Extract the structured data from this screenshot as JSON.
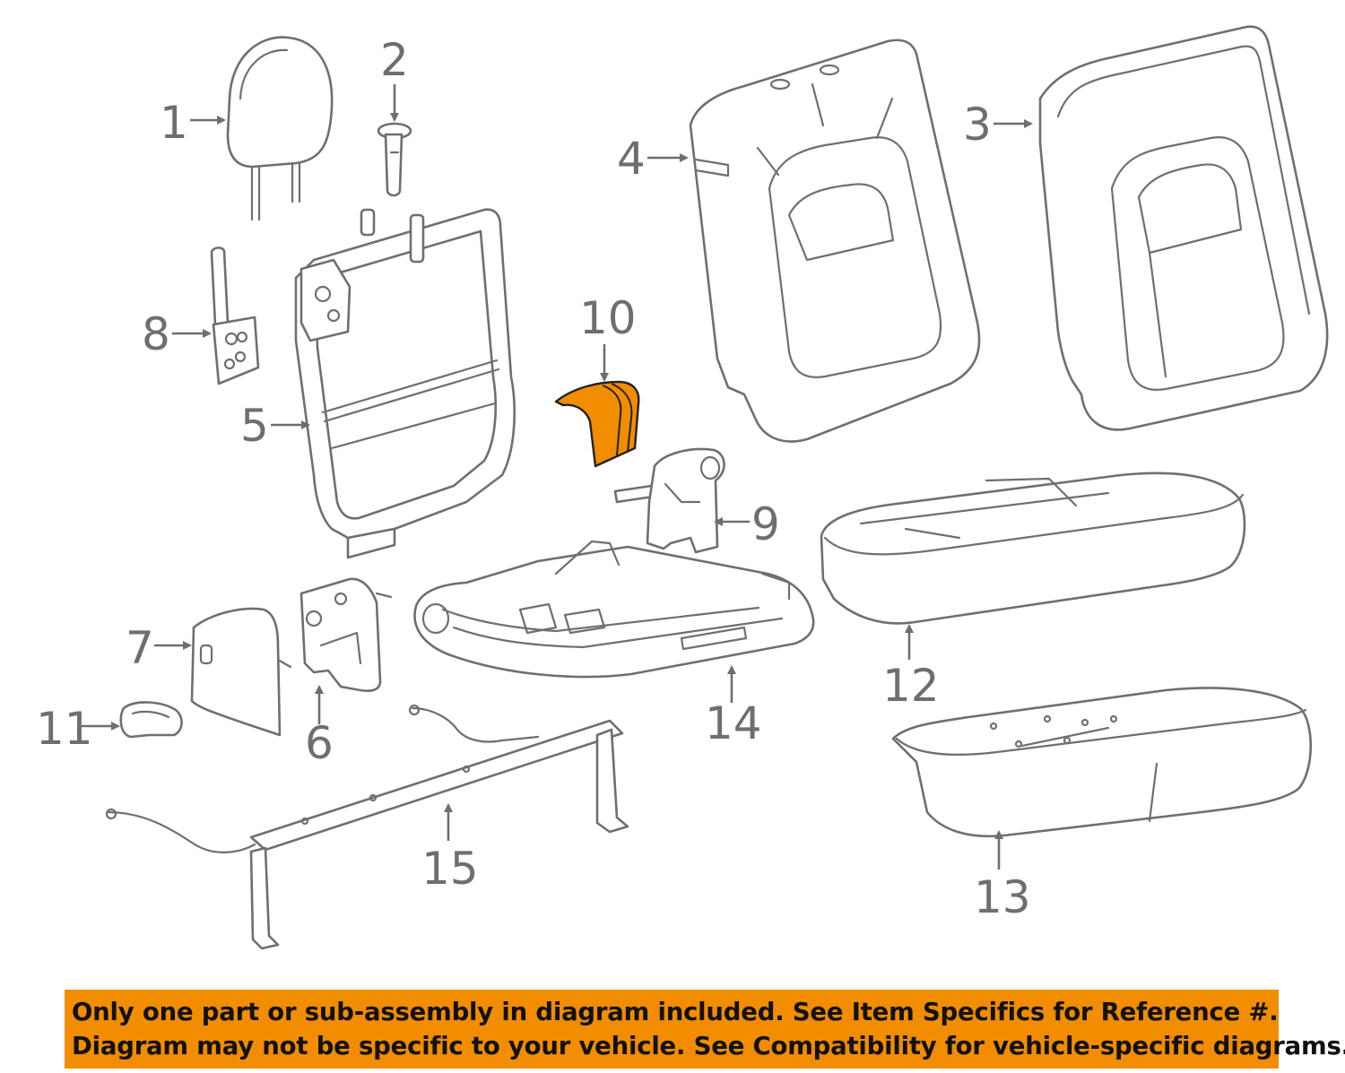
{
  "callouts": {
    "c1": "1",
    "c2": "2",
    "c3": "3",
    "c4": "4",
    "c5": "5",
    "c6": "6",
    "c7": "7",
    "c8": "8",
    "c9": "9",
    "c10": "10",
    "c11": "11",
    "c12": "12",
    "c13": "13",
    "c14": "14",
    "c15": "15"
  },
  "highlighted_part": "10",
  "colors": {
    "highlight": "#f28c00",
    "notice_background": "#f28c00",
    "line_art": "#6f6f6f",
    "notice_text": "#111111"
  },
  "notice": {
    "line1": "Only one part or sub-assembly in diagram included. See Item Specifics for Reference #.",
    "line2": "Diagram may not be specific to your vehicle. See Compatibility for vehicle-specific diagrams."
  }
}
